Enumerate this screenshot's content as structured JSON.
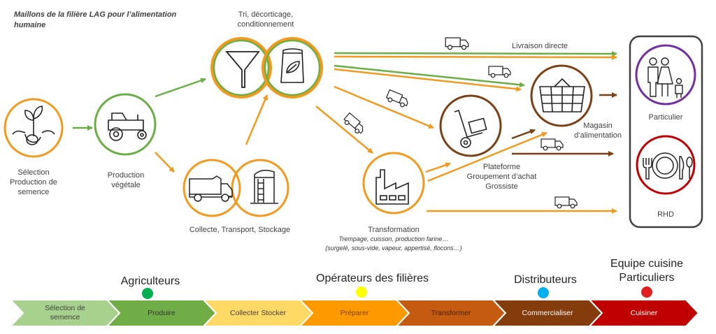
{
  "title": "Maillons de la filière LAG pour l’alimentation humaine",
  "colors": {
    "orange": "#F39A1E",
    "green": "#6AAE45",
    "brown": "#7B3F14",
    "purple": "#7030A0",
    "red": "#C00000",
    "icon": "#222222"
  },
  "nodes": {
    "selection": {
      "label_lines": [
        "Sélection",
        "Production de",
        "semence"
      ],
      "icon": "seedling-icon"
    },
    "production": {
      "label_lines": [
        "Production",
        "végétale"
      ],
      "icon": "tractor-icon"
    },
    "tri": {
      "label_lines": [
        "Tri, décorticage,",
        "conditionnement"
      ],
      "icons": [
        "funnel-icon",
        "seed-bag-icon"
      ]
    },
    "collecte": {
      "label": "Collecte, Transport, Stockage",
      "icons": [
        "dump-truck-icon",
        "silo-icon"
      ]
    },
    "transformation": {
      "label": "Transformation",
      "sub1": "Trempage, cuisson, production farine…",
      "sub2": "(surgelé, sous-vide, vapeur, appertisé, flocons…)",
      "icon": "factory-icon"
    },
    "plateforme": {
      "label_lines": [
        "Plateforme",
        "Groupement d’achat",
        "Grossiste"
      ],
      "icon": "hand-truck-icon"
    },
    "magasin": {
      "label_lines": [
        "Magasin",
        "d’alimentation"
      ],
      "icon": "basket-icon"
    },
    "particulier": {
      "label": "Particulier",
      "icon": "family-icon"
    },
    "rhd": {
      "label": "RHD",
      "icon": "plate-cutlery-icon"
    }
  },
  "flows": {
    "livraison_directe": "Livraison directe"
  },
  "actors": [
    {
      "name": "Agriculteurs",
      "color": "#00B050"
    },
    {
      "name": "Opérateurs des filières",
      "color": "#FFFF00"
    },
    {
      "name": "Distributeurs",
      "color": "#00B0F0"
    },
    {
      "name_lines": [
        "Equipe cuisine",
        "Particuliers"
      ],
      "color": "#E02020"
    }
  ],
  "steps": [
    {
      "label_lines": [
        "Sélection de",
        "semence"
      ],
      "color": "#A9D18E",
      "text_color": "#404040"
    },
    {
      "label_lines": [
        "Produire"
      ],
      "color": "#70AD47",
      "text_color": "#333333"
    },
    {
      "label_lines": [
        "Collecter Stocker"
      ],
      "color": "#FFD966",
      "text_color": "#404040"
    },
    {
      "label_lines": [
        "Préparer"
      ],
      "color": "#FF9900",
      "text_color": "#7F3F00"
    },
    {
      "label_lines": [
        "Transformer"
      ],
      "color": "#C55A11",
      "text_color": "#4A2000"
    },
    {
      "label_lines": [
        "Commercialiser"
      ],
      "color": "#843C0C",
      "text_color": "#FFFFFF"
    },
    {
      "label_lines": [
        "Cuisiner"
      ],
      "color": "#C00000",
      "text_color": "#FFFFFF"
    }
  ]
}
